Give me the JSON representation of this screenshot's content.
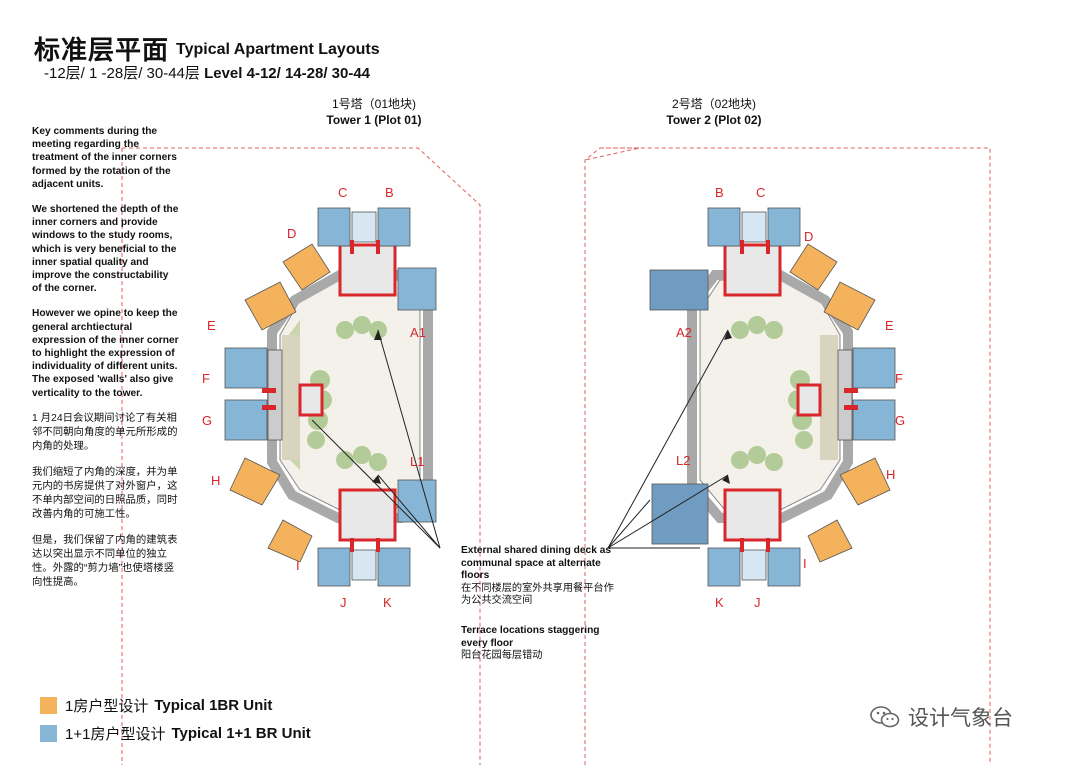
{
  "header": {
    "title_cn": "标准层平面",
    "title_en": "Typical Apartment Layouts",
    "levels_cn": "-12层/ 1  -28层/ 30-44层",
    "levels_en": "Level 4-12/ 14-28/ 30-44"
  },
  "towers": [
    {
      "name_cn": "1号塔（01地块)",
      "name_en": "Tower 1 (Plot 01)"
    },
    {
      "name_cn": "2号塔（02地块)",
      "name_en": "Tower 2 (Plot 02)"
    }
  ],
  "notes": {
    "p1": "Key comments during the meeting regarding the treatment of the inner corners formed by the rotation of the adjacent units.",
    "p2": "We shortened the depth of the inner corners and provide windows to the study rooms, which is very beneficial to the inner spatial quality and improve the constructability of the corner.",
    "p3": "However we opine to keep the general archtiectural expression of the inner corner to highlight the expression of individuality of different units. The exposed 'walls' also give verticality to the tower.",
    "p4": "1 月24日会议期间讨论了有关相邻不同朝向角度的单元所形成的内角的处理。",
    "p5": "我们缩短了内角的深度，并为单元内的书房提供了对外窗户，这不单内部空间的日照品质，同时改善内角的可施工性。",
    "p6": "但是，我们保留了内角的建筑表达以突出显示不同单位的独立性。外露的“剪力墙”也使塔楼竖向性提高。"
  },
  "callouts": {
    "deck_en": "External shared dining deck as communal space at alternate floors",
    "deck_cn": "在不同楼层的室外共享用餐平台作为公共交流空间",
    "terrace_en": "Terrace locations staggering every floor",
    "terrace_cn": "阳台花园每层错动"
  },
  "unit_labels": {
    "t1": {
      "C": "C",
      "B": "B",
      "D": "D",
      "E": "E",
      "F": "F",
      "G": "G",
      "H": "H",
      "I": "I",
      "J": "J",
      "K": "K",
      "A1": "A1",
      "L1": "L1"
    },
    "t2": {
      "B": "B",
      "C": "C",
      "D": "D",
      "E": "E",
      "F": "F",
      "G": "G",
      "H": "H",
      "I": "I",
      "K": "K",
      "J": "J",
      "A2": "A2",
      "L2": "L2"
    }
  },
  "legend": [
    {
      "label_cn": "1房户型设计",
      "label_en": "Typical 1BR Unit",
      "color": "#f4b25c"
    },
    {
      "label_cn": "1+1房户型设计",
      "label_en": "Typical 1+1 BR Unit",
      "color": "#86b5d6"
    }
  ],
  "colors": {
    "orange_unit": "#f4b25c",
    "blue_unit": "#86b5d6",
    "core_red": "#d8262b",
    "corridor_grey": "#a9a9a9",
    "deck_green": "#a8c58a",
    "boundary_red": "#e06060"
  },
  "watermark": {
    "text": "设计气象台",
    "icon": "wechat-icon"
  }
}
